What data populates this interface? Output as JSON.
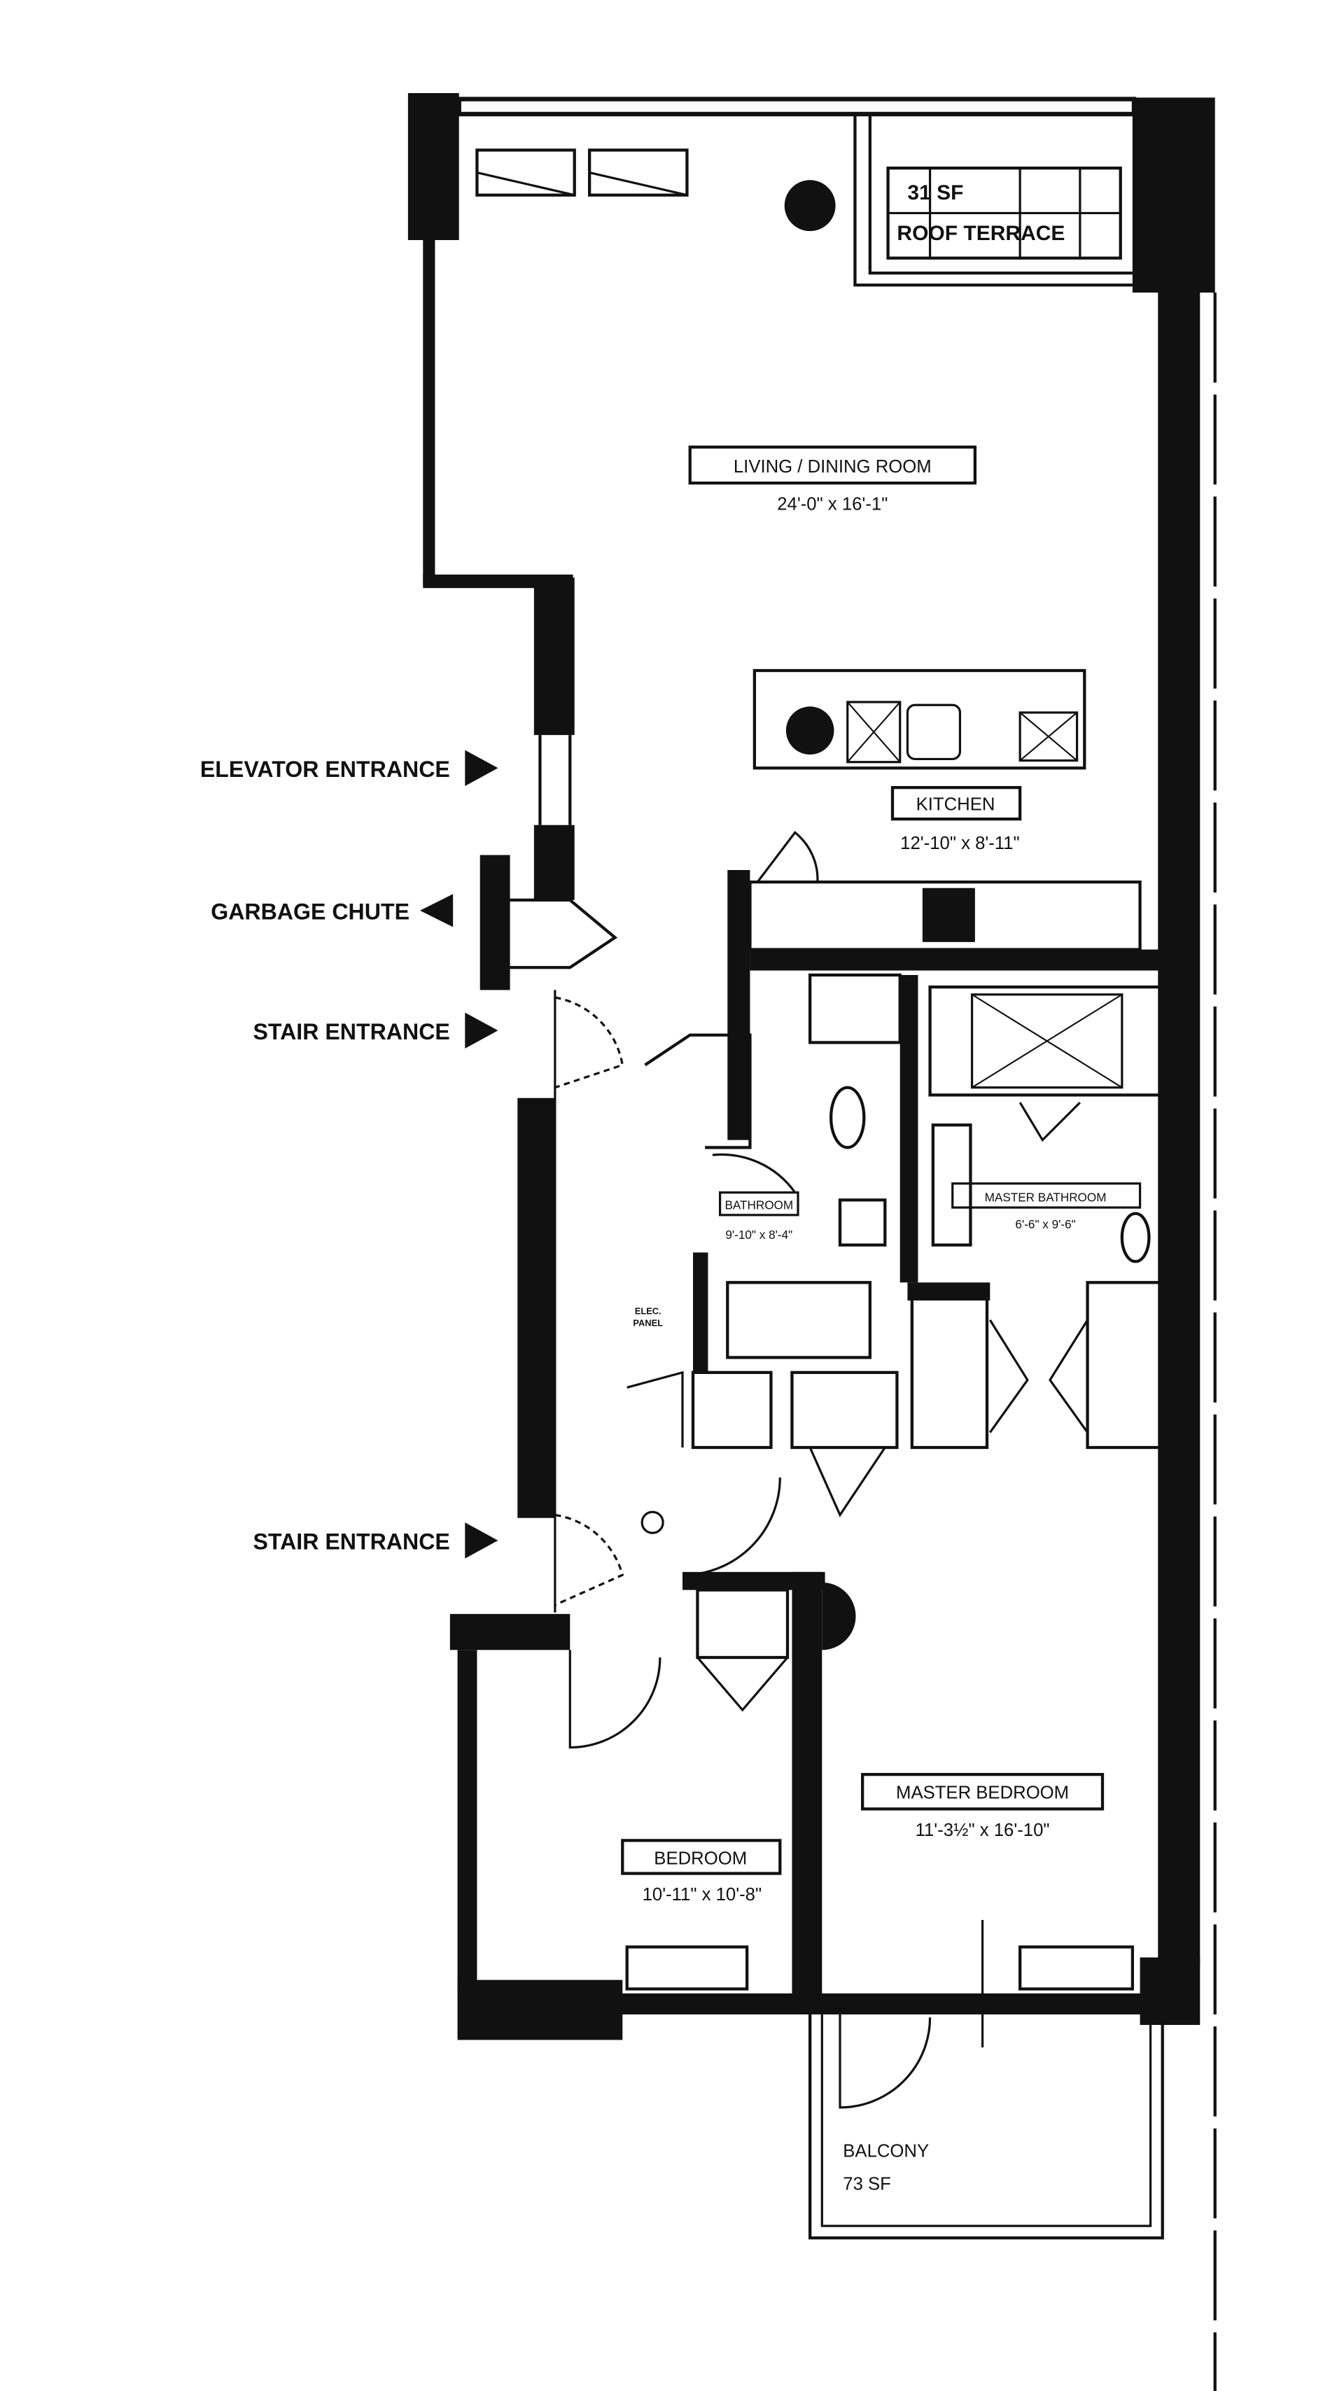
{
  "plan": {
    "entrances": [
      {
        "label": "ELEVATOR ENTRANCE",
        "direction": "right"
      },
      {
        "label": "GARBAGE CHUTE",
        "direction": "left"
      },
      {
        "label": "STAIR ENTRANCE",
        "direction": "right"
      },
      {
        "label": "STAIR ENTRANCE",
        "direction": "right"
      }
    ],
    "rooms": {
      "roof_terrace": {
        "area": "31 SF",
        "name": "ROOF TERRACE"
      },
      "living": {
        "name": "LIVING / DINING ROOM",
        "dims": "24'-0\" x 16'-1\""
      },
      "kitchen": {
        "name": "KITCHEN",
        "dims": "12'-10\" x 8'-11\""
      },
      "bathroom": {
        "name": "BATHROOM",
        "dims": "9'-10\" x 8'-4\""
      },
      "master_bathroom": {
        "name": "MASTER BATHROOM",
        "dims": "6'-6\" x 9'-6\""
      },
      "elec_panel": {
        "line1": "ELEC.",
        "line2": "PANEL"
      },
      "master_bedroom": {
        "name": "MASTER BEDROOM",
        "dims": "11'-3½\" x 16'-10\""
      },
      "bedroom": {
        "name": "BEDROOM",
        "dims": "10'-11\" x 10'-8\""
      },
      "balcony": {
        "name": "BALCONY",
        "area": "73 SF"
      }
    },
    "colors": {
      "ink": "#111111",
      "paper": "#ffffff"
    }
  }
}
